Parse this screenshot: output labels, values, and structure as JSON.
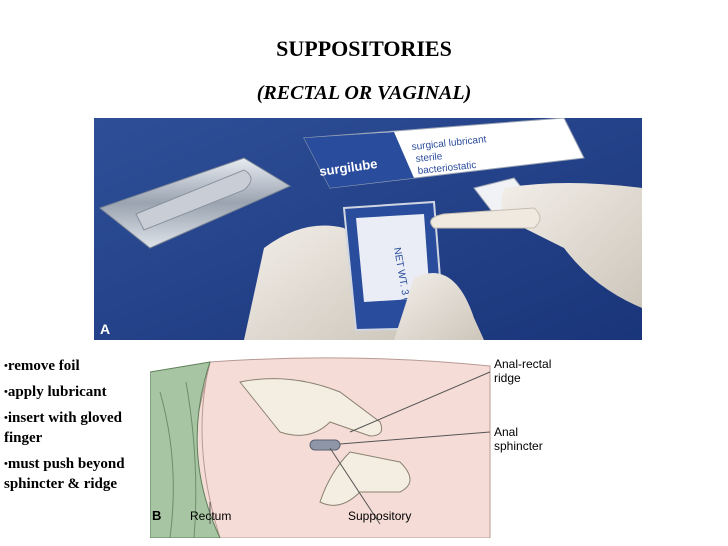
{
  "slide": {
    "title": "SUPPOSITORIES",
    "subtitle": "(RECTAL OR VAGINAL)"
  },
  "photo": {
    "panel_label": "A",
    "packet_brand": "surgilube",
    "packet_text_1": "surgical lubricant",
    "packet_text_2": "sterile",
    "packet_text_3": "bacteriostatic",
    "packet_text_4": "NET WT. 3 g"
  },
  "bullets": [
    "remove foil",
    "apply lubricant",
    "insert with gloved finger",
    "must push beyond sphincter & ridge"
  ],
  "illustration": {
    "panel_label": "B",
    "label_ridge_1": "Anal-rectal",
    "label_ridge_2": "ridge",
    "label_sphincter_1": "Anal",
    "label_sphincter_2": "sphincter",
    "label_rectum": "Rectum",
    "label_suppository": "Suppository"
  }
}
